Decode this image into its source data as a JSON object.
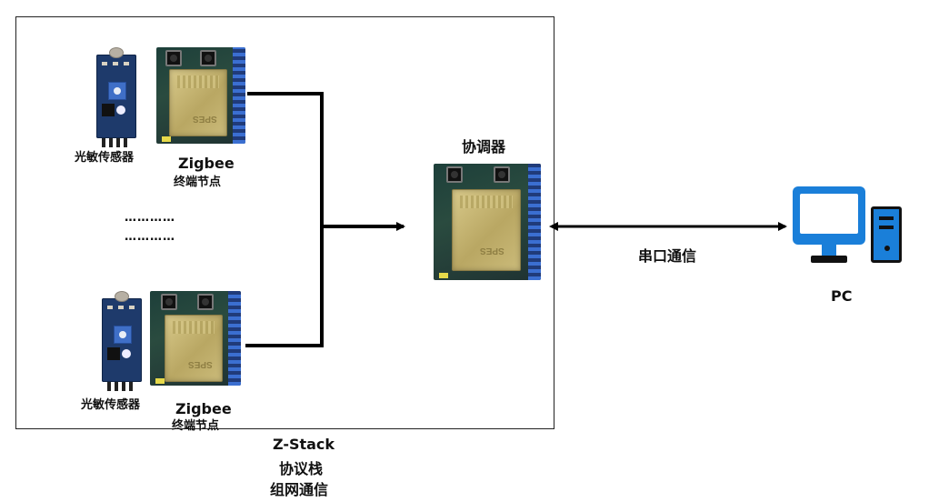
{
  "labels": {
    "sensor": "光敏传感器",
    "zigbee": "Zigbee",
    "end_node": "终端节点",
    "dots": "…………",
    "coordinator": "协调器",
    "serial": "串口通信",
    "pc": "PC",
    "zstack_line1": "Z-Stack",
    "zstack_line2": "协议栈",
    "zstack_line3": "组网通信",
    "module_mark": "SPES"
  },
  "colors": {
    "pc_blue": "#1a7fd9",
    "sensor_pcb": "#1e3a6b",
    "line": "#000000"
  }
}
